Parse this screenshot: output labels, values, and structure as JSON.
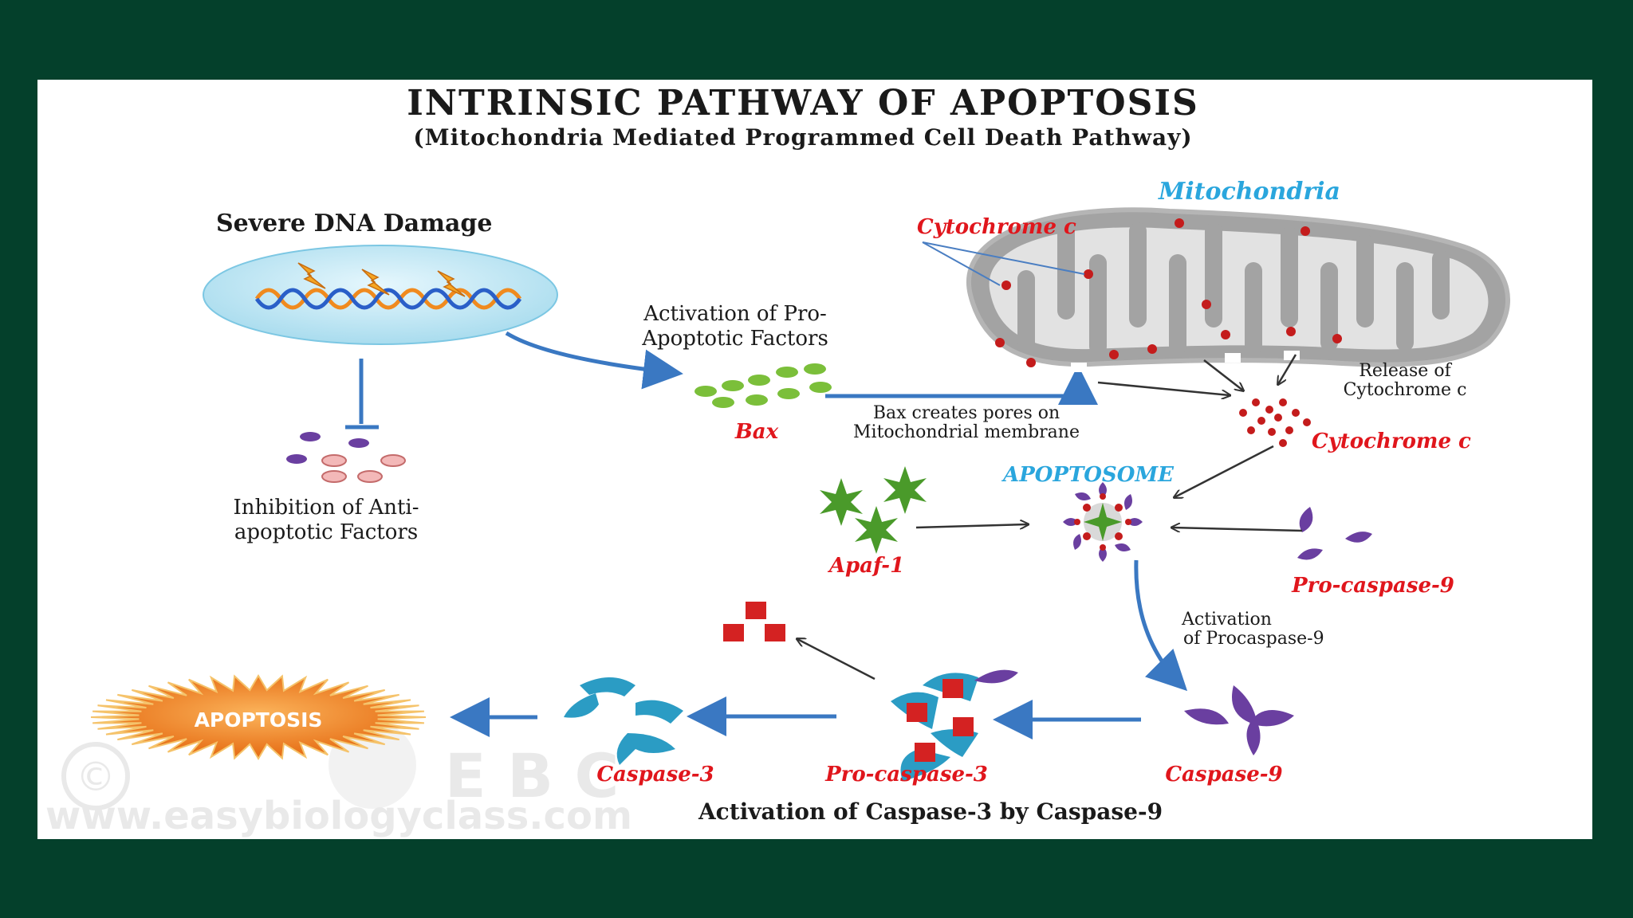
{
  "title": "INTRINSIC PATHWAY OF APOPTOSIS",
  "subtitle": "(Mitochondria Mediated Programmed Cell Death Pathway)",
  "labels": {
    "severe_dna_damage": "Severe DNA Damage",
    "activation_pro_line1": "Activation of Pro-",
    "activation_pro_line2": "Apoptotic Factors",
    "bax": "Bax",
    "inhibition_line1": "Inhibition of Anti-",
    "inhibition_line2": "apoptotic Factors",
    "bax_pores_line1": "Bax creates pores on",
    "bax_pores_line2": "Mitochondrial membrane",
    "mitochondria": "Mitochondria",
    "cytochrome_c_top": "Cytochrome c",
    "release_line1": "Release of",
    "release_line2": "Cytochrome c",
    "cytochrome_c_released": "Cytochrome c",
    "apoptosome": "APOPTOSOME",
    "apaf1": "Apaf-1",
    "pro_caspase_9": "Pro-caspase-9",
    "activation_proc9_line1": "Activation",
    "activation_proc9_line2": "of Procaspase-9",
    "caspase_9": "Caspase-9",
    "pro_caspase_3": "Pro-caspase-3",
    "caspase_3": "Caspase-3",
    "apoptosis": "APOPTOSIS",
    "activation_caspase3": "Activation of Caspase-3 by Caspase-9"
  },
  "watermark": {
    "copyright": "©",
    "letters": "E B C",
    "url": "www.easybiologyclass.com"
  },
  "colors": {
    "background": "#04402b",
    "panel": "#ffffff",
    "arrow_blue": "#3a78c2",
    "label_red": "#e0161c",
    "label_blue": "#2aa6dd",
    "bax_green": "#7bbf3a",
    "apaf_green": "#4a9a2a",
    "caspase_purple": "#6a3fa0",
    "caspase3_teal": "#2b9cc4",
    "apoptosis_orange": "#f07a1e"
  }
}
